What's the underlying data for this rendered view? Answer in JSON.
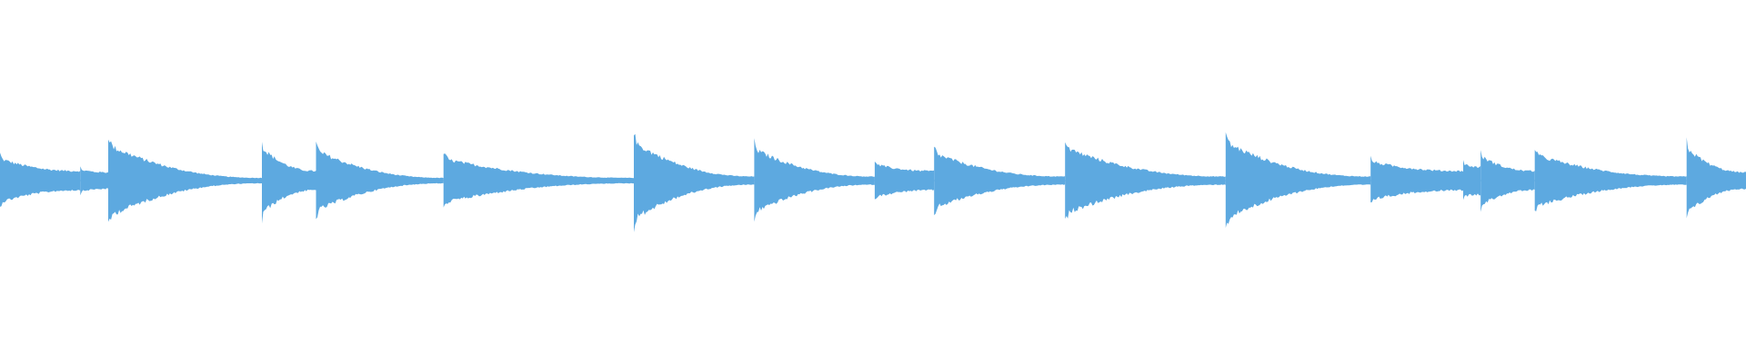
{
  "waveform": {
    "color": "#5DA9E0",
    "background": "#ffffff",
    "duration_fraction_domain": [
      0,
      1
    ],
    "amplitude_domain": [
      -1,
      1
    ],
    "baseline_amplitude": 0.012,
    "notes": [
      {
        "start": 0.0,
        "end": 0.046,
        "attack": 0.16,
        "release": 0.07
      },
      {
        "start": 0.046,
        "end": 0.062,
        "attack": 0.08,
        "release": 0.06
      },
      {
        "start": 0.062,
        "end": 0.15,
        "attack": 0.26,
        "release": 0.02
      },
      {
        "start": 0.15,
        "end": 0.181,
        "attack": 0.24,
        "release": 0.07
      },
      {
        "start": 0.181,
        "end": 0.254,
        "attack": 0.22,
        "release": 0.02
      },
      {
        "start": 0.254,
        "end": 0.363,
        "attack": 0.16,
        "release": 0.02
      },
      {
        "start": 0.363,
        "end": 0.432,
        "attack": 0.28,
        "release": 0.03
      },
      {
        "start": 0.432,
        "end": 0.501,
        "attack": 0.23,
        "release": 0.03
      },
      {
        "start": 0.501,
        "end": 0.535,
        "attack": 0.12,
        "release": 0.07
      },
      {
        "start": 0.535,
        "end": 0.61,
        "attack": 0.2,
        "release": 0.03
      },
      {
        "start": 0.61,
        "end": 0.702,
        "attack": 0.24,
        "release": 0.03
      },
      {
        "start": 0.702,
        "end": 0.785,
        "attack": 0.28,
        "release": 0.03
      },
      {
        "start": 0.785,
        "end": 0.838,
        "attack": 0.14,
        "release": 0.07
      },
      {
        "start": 0.838,
        "end": 0.848,
        "attack": 0.12,
        "release": 0.1
      },
      {
        "start": 0.848,
        "end": 0.879,
        "attack": 0.18,
        "release": 0.07
      },
      {
        "start": 0.879,
        "end": 0.966,
        "attack": 0.19,
        "release": 0.03
      },
      {
        "start": 0.966,
        "end": 1.0,
        "attack": 0.24,
        "release": 0.06
      }
    ]
  }
}
